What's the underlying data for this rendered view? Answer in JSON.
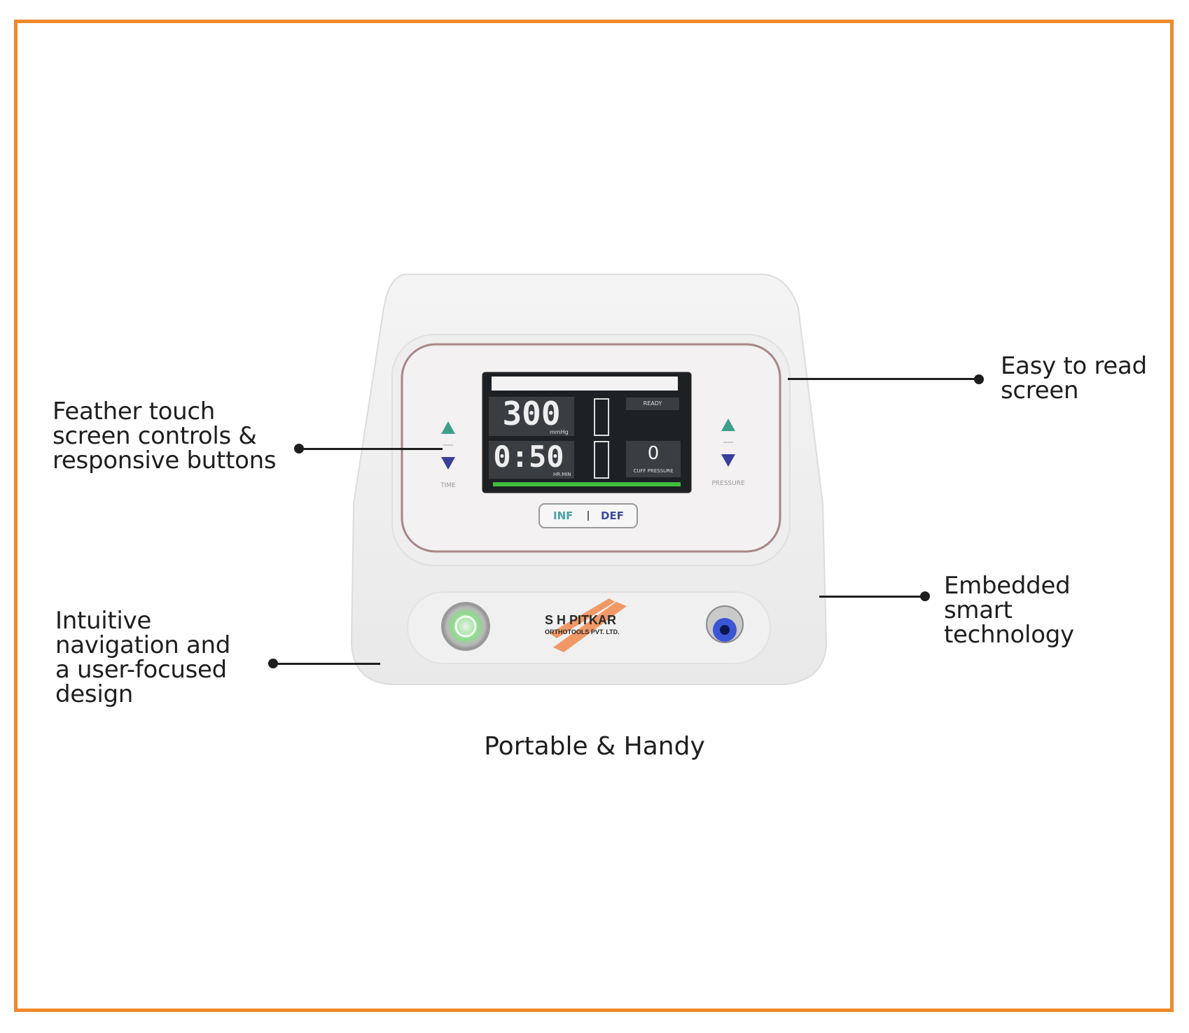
{
  "callouts": {
    "screen": [
      "Easy to read",
      "screen"
    ],
    "controls": [
      "Feather touch",
      "screen controls &",
      "responsive buttons"
    ],
    "technology": [
      "Embedded",
      "smart",
      "technology"
    ],
    "navigation": [
      "Intuitive",
      "navigation and",
      "a user-focused",
      "design"
    ]
  },
  "caption": "Portable & Handy",
  "device": {
    "display": {
      "pressure_value": "300",
      "pressure_unit": "mmHg",
      "time_value": "0:50",
      "time_unit": "HR:MIN",
      "status": "READY",
      "cuff_value": "0",
      "cuff_label": "CUFF PRESSURE"
    },
    "left_control_label": "TIME",
    "right_control_label": "PRESSURE",
    "inf_label": "INF",
    "def_label": "DEF",
    "brand_name": "S H PITKAR",
    "brand_sub": "ORTHOTOOLS PVT. LTD."
  },
  "colors": {
    "frame": "#ef8a2b",
    "arrow_up": "#3fa08a",
    "arrow_down": "#3a3f9a",
    "screen_bg": "#1d2024",
    "progress": "#3fbf3a"
  }
}
